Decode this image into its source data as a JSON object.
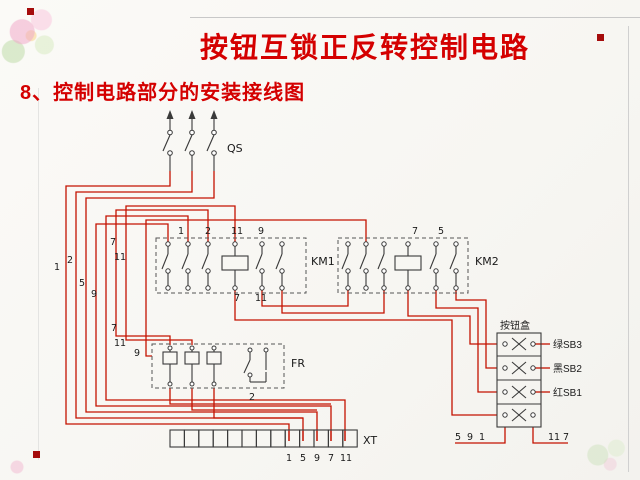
{
  "slide": {
    "title": "按钮互锁正反转控制电路",
    "subtitle": "8、控制电路部分的安装接线图"
  },
  "labels": {
    "qs": "QS",
    "km1": "KM1",
    "km2": "KM2",
    "fr": "FR",
    "xt": "XT",
    "button_box": "按钮盒",
    "sb3_green": "绿SB3",
    "sb2_black": "黑SB2",
    "sb1_red": "红SB1"
  },
  "wire_labels": [
    "7",
    "11",
    "1",
    "2",
    "5",
    "9",
    "7",
    "11",
    "9",
    "2"
  ],
  "km1_top": [
    "1",
    "2",
    "11",
    "9"
  ],
  "km1_bottom": [
    "7",
    "11"
  ],
  "km2_top": [
    "7",
    "5"
  ],
  "xt_numbers": [
    "1",
    "5",
    "9",
    "7",
    "11"
  ],
  "bb_numbers": [
    "5",
    "9",
    "1",
    "11",
    "7"
  ],
  "colors": {
    "wire_red": "#c41200",
    "title_red": "#d40000",
    "component_dark": "#3a3a3a"
  }
}
